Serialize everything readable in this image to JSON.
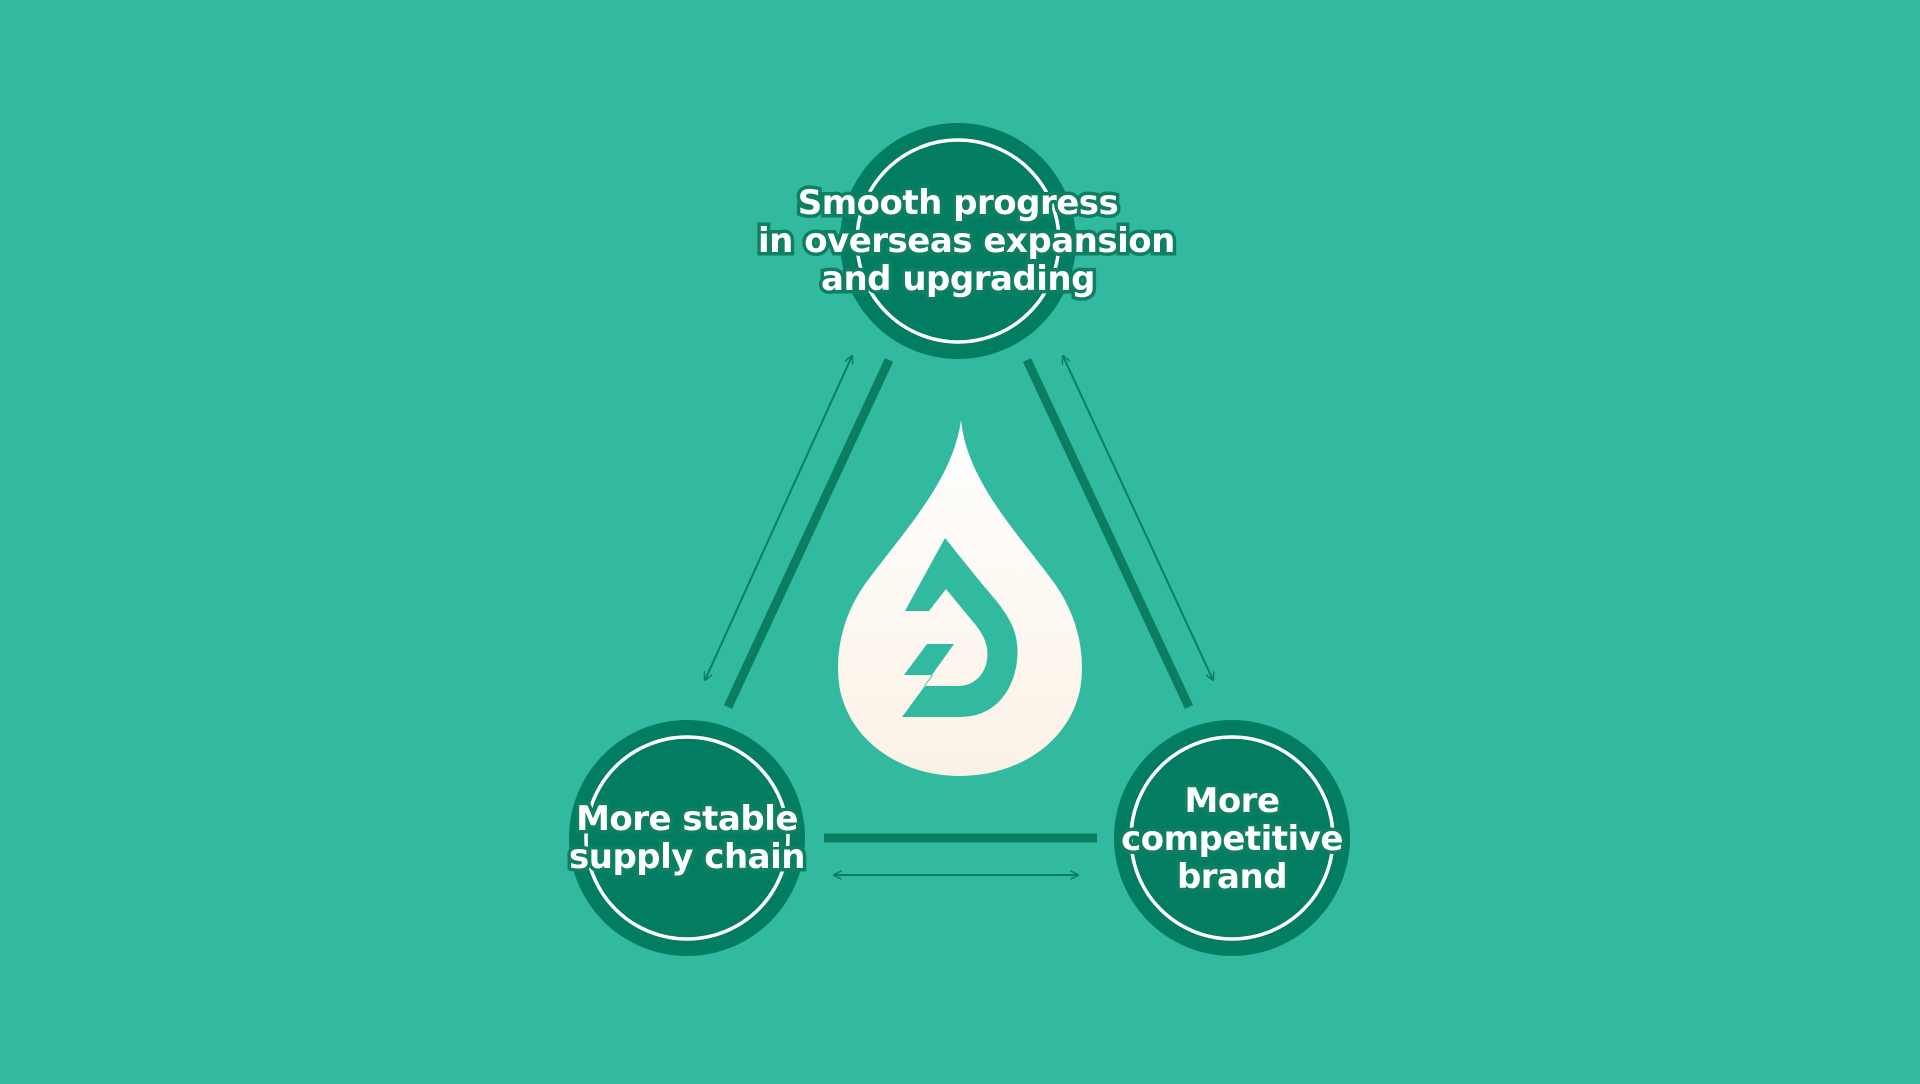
{
  "colors": {
    "background": "#31BA9F",
    "node_fill": "#027D62",
    "node_ring": "#FFFFFF",
    "connector": "#0B7E62",
    "drop_top": "#FFFFFF",
    "drop_bottom": "#FBF3E8",
    "logo_mark": "#31BA9F"
  },
  "nodes": {
    "top": {
      "lines": [
        "Smooth progress",
        "in overseas expansion",
        "and upgrading"
      ]
    },
    "bottom_left": {
      "lines": [
        "More stable",
        "supply chain"
      ]
    },
    "bottom_right": {
      "lines": [
        "More",
        "competitive",
        "brand"
      ]
    }
  },
  "center_logo": {
    "icon": "water-drop-z-logo-icon"
  },
  "connectors": [
    {
      "from": "top",
      "to": "bottom_left",
      "style": "thick-line-with-double-arrow"
    },
    {
      "from": "top",
      "to": "bottom_right",
      "style": "thick-line-with-double-arrow"
    },
    {
      "from": "bottom_left",
      "to": "bottom_right",
      "style": "thick-line-with-double-arrow"
    }
  ]
}
